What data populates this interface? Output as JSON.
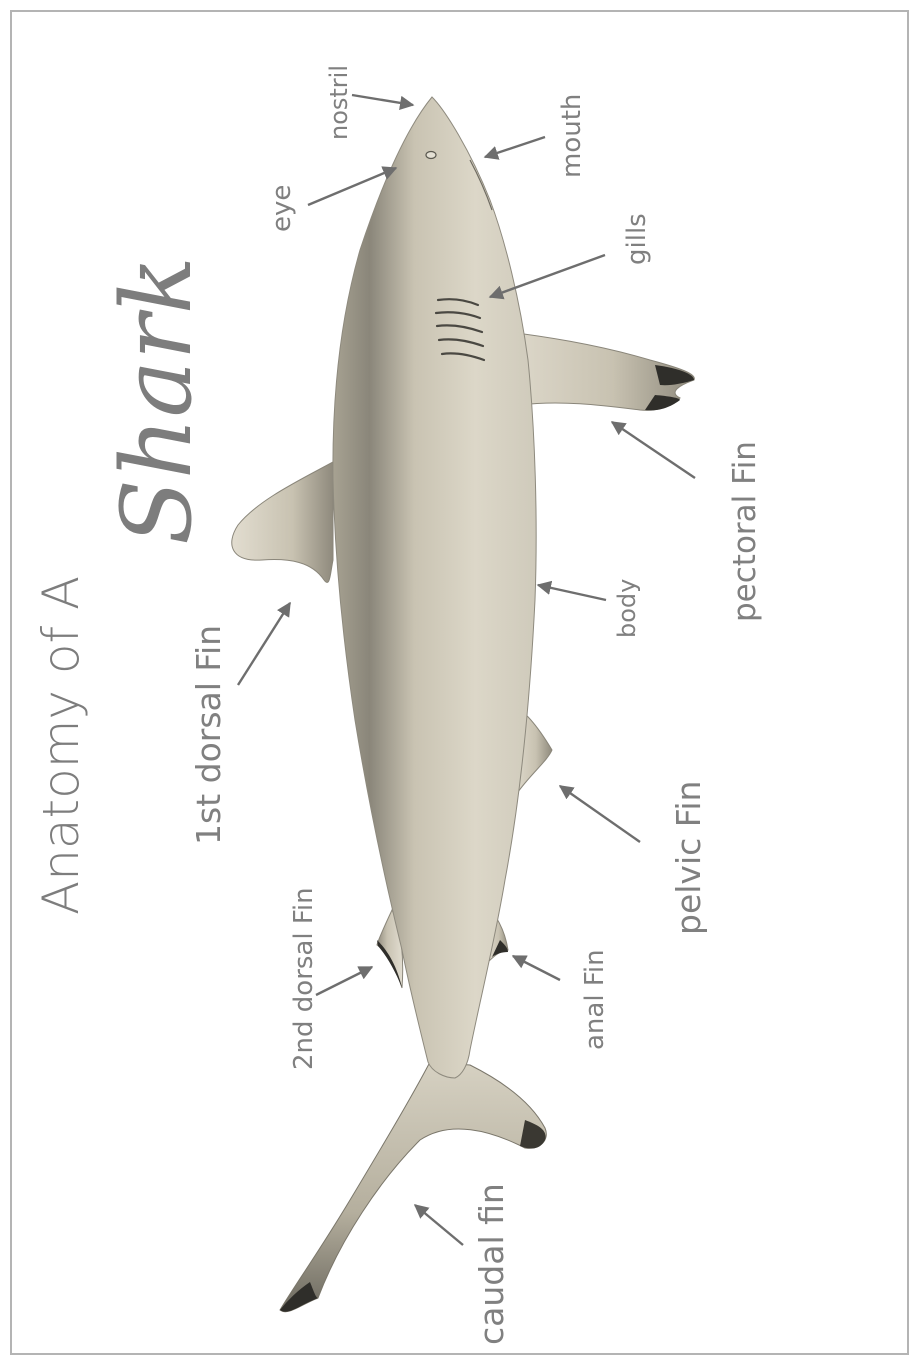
{
  "title": {
    "prefix": "Anatomy of A",
    "script_word": "Shark"
  },
  "labels": {
    "nostril": "nostril",
    "mouth": "mouth",
    "eye": "eye",
    "gills": "gills",
    "pectoral_fin": "pectoral Fin",
    "body": "body",
    "first_dorsal_fin": "1st dorsal Fin",
    "pelvic_fin": "pelvic Fin",
    "second_dorsal_fin": "2nd dorsal Fin",
    "anal_fin": "anal Fin",
    "caudal_fin": "caudal fin"
  },
  "colors": {
    "frame": "#b4b4b4",
    "text": "#808080",
    "arrow": "#6e6e6e",
    "shark_light": "#dcd7c8",
    "shark_mid": "#bdb7a6",
    "shark_dark": "#6f6c62",
    "fin_tip": "#2f2e2a"
  }
}
